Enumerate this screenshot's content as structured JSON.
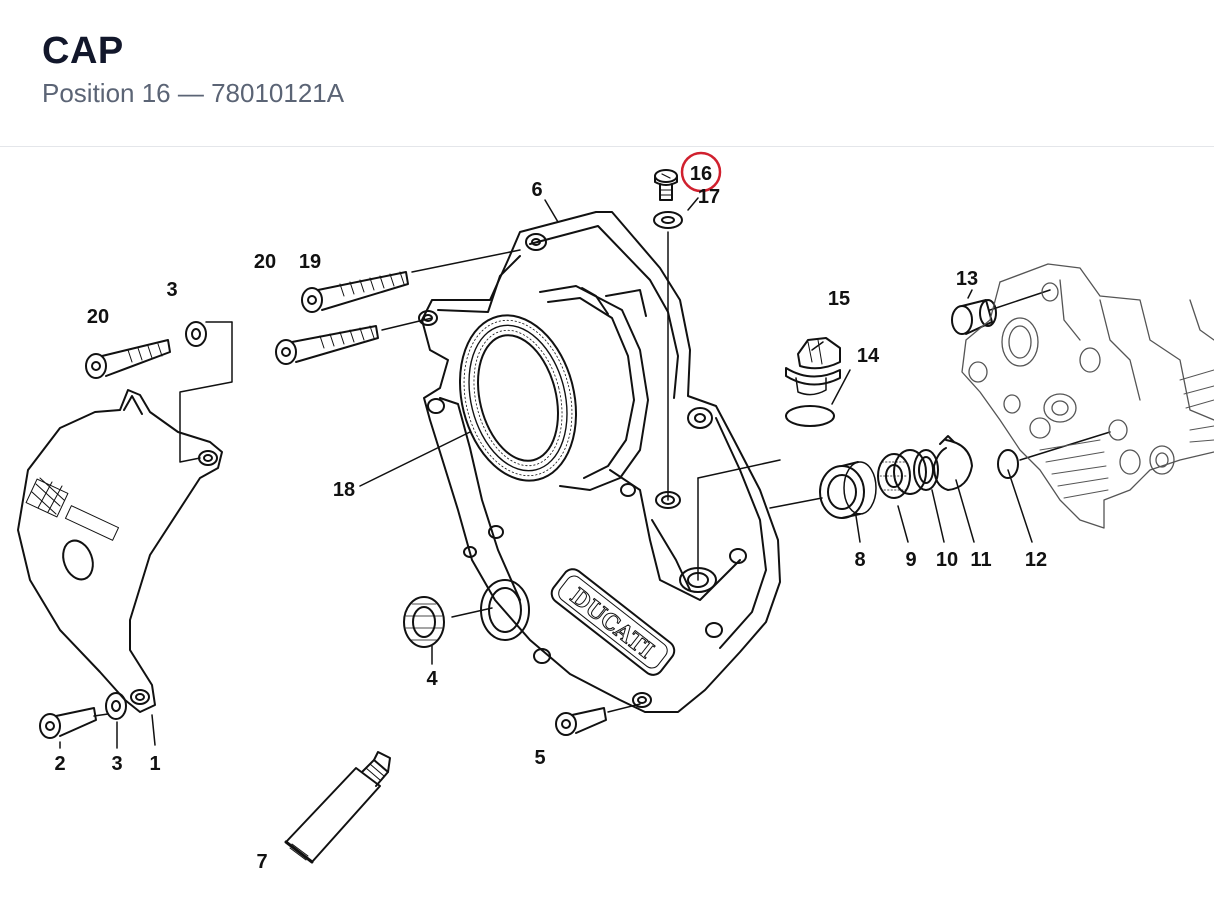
{
  "header": {
    "title": "CAP",
    "subtitle": "Position 16 — 78010121A"
  },
  "diagram": {
    "highlight_color": "#d0202e",
    "brand_logo": "DUCATI",
    "callouts": [
      {
        "id": "c1",
        "text": "1"
      },
      {
        "id": "c2",
        "text": "2"
      },
      {
        "id": "c3a",
        "text": "3"
      },
      {
        "id": "c3b",
        "text": "3"
      },
      {
        "id": "c4",
        "text": "4"
      },
      {
        "id": "c5",
        "text": "5"
      },
      {
        "id": "c6",
        "text": "6"
      },
      {
        "id": "c7",
        "text": "7"
      },
      {
        "id": "c8",
        "text": "8"
      },
      {
        "id": "c9",
        "text": "9"
      },
      {
        "id": "c10",
        "text": "10"
      },
      {
        "id": "c11",
        "text": "11"
      },
      {
        "id": "c12",
        "text": "12"
      },
      {
        "id": "c13",
        "text": "13"
      },
      {
        "id": "c14",
        "text": "14"
      },
      {
        "id": "c15",
        "text": "15"
      },
      {
        "id": "c16",
        "text": "16"
      },
      {
        "id": "c17",
        "text": "17"
      },
      {
        "id": "c18",
        "text": "18"
      },
      {
        "id": "c19",
        "text": "19"
      },
      {
        "id": "c20a",
        "text": "20"
      },
      {
        "id": "c20b",
        "text": "20"
      }
    ]
  }
}
